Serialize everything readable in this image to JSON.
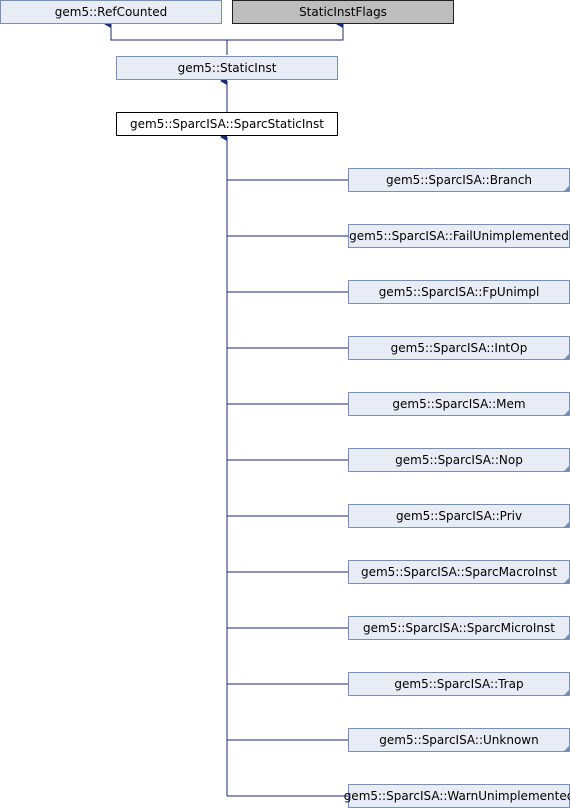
{
  "diagram": {
    "bases": [
      {
        "id": "refcounted",
        "label": "gem5::RefCounted"
      },
      {
        "id": "flags",
        "label": "StaticInstFlags"
      }
    ],
    "static_inst": {
      "label": "gem5::StaticInst"
    },
    "focus": {
      "label": "gem5::SparcISA::SparcStaticInst"
    },
    "children": [
      {
        "label": "gem5::SparcISA::Branch",
        "has_more": true
      },
      {
        "label": "gem5::SparcISA::FailUnimplemented",
        "has_more": false
      },
      {
        "label": "gem5::SparcISA::FpUnimpl",
        "has_more": false
      },
      {
        "label": "gem5::SparcISA::IntOp",
        "has_more": true
      },
      {
        "label": "gem5::SparcISA::Mem",
        "has_more": true
      },
      {
        "label": "gem5::SparcISA::Nop",
        "has_more": true
      },
      {
        "label": "gem5::SparcISA::Priv",
        "has_more": true
      },
      {
        "label": "gem5::SparcISA::SparcMacroInst",
        "has_more": true
      },
      {
        "label": "gem5::SparcISA::SparcMicroInst",
        "has_more": true
      },
      {
        "label": "gem5::SparcISA::Trap",
        "has_more": true
      },
      {
        "label": "gem5::SparcISA::Unknown",
        "has_more": true
      },
      {
        "label": "gem5::SparcISA::WarnUnimplemented",
        "has_more": false
      }
    ],
    "colors": {
      "edge": "#1a2a7a",
      "node_fill": "#e8edf5",
      "node_border": "#7a8fb8",
      "flags_fill": "#bdbdbd"
    }
  }
}
